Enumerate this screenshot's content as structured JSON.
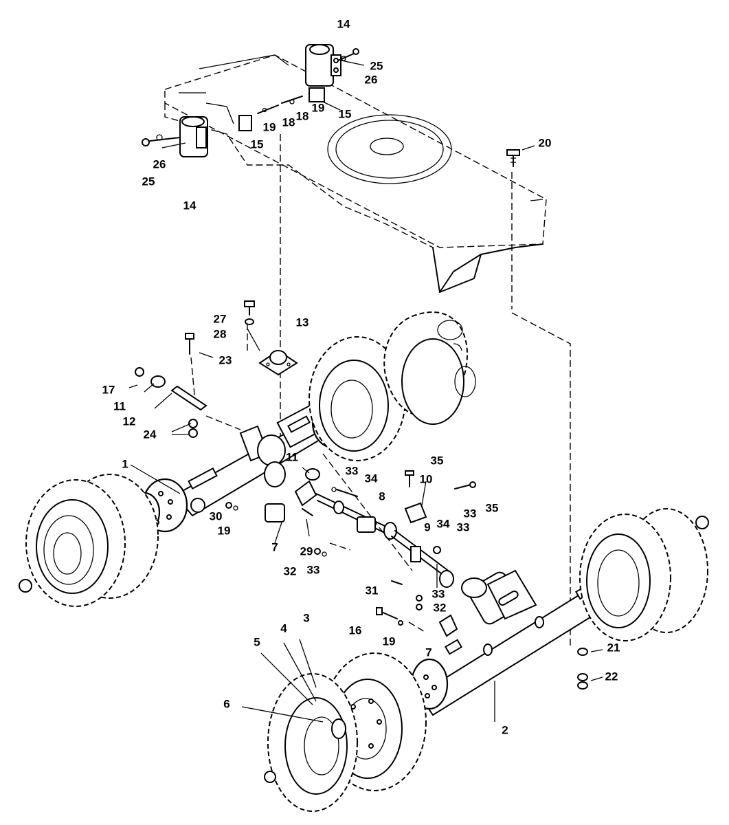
{
  "callouts": [
    {
      "id": "c14a",
      "text": "14"
    },
    {
      "id": "c25a",
      "text": "25"
    },
    {
      "id": "c26a",
      "text": "26"
    },
    {
      "id": "c19a",
      "text": "19"
    },
    {
      "id": "c18a",
      "text": "18"
    },
    {
      "id": "c15a",
      "text": "15"
    },
    {
      "id": "c19b",
      "text": "19"
    },
    {
      "id": "c18b",
      "text": "18"
    },
    {
      "id": "c15b",
      "text": "15"
    },
    {
      "id": "c20",
      "text": "20"
    },
    {
      "id": "c26b",
      "text": "26"
    },
    {
      "id": "c25b",
      "text": "25"
    },
    {
      "id": "c14b",
      "text": "14"
    },
    {
      "id": "c27",
      "text": "27"
    },
    {
      "id": "c28",
      "text": "28"
    },
    {
      "id": "c13",
      "text": "13"
    },
    {
      "id": "c23",
      "text": "23"
    },
    {
      "id": "c17",
      "text": "17"
    },
    {
      "id": "c11a",
      "text": "11"
    },
    {
      "id": "c12",
      "text": "12"
    },
    {
      "id": "c24",
      "text": "24"
    },
    {
      "id": "c1",
      "text": "1"
    },
    {
      "id": "c11b",
      "text": "11"
    },
    {
      "id": "c33a",
      "text": "33"
    },
    {
      "id": "c34a",
      "text": "34"
    },
    {
      "id": "c35a",
      "text": "35"
    },
    {
      "id": "c10",
      "text": "10"
    },
    {
      "id": "c35b",
      "text": "35"
    },
    {
      "id": "c33b",
      "text": "33"
    },
    {
      "id": "c8",
      "text": "8"
    },
    {
      "id": "c30",
      "text": "30"
    },
    {
      "id": "c19c",
      "text": "19"
    },
    {
      "id": "c7a",
      "text": "7"
    },
    {
      "id": "c29",
      "text": "29"
    },
    {
      "id": "c9",
      "text": "9"
    },
    {
      "id": "c34b",
      "text": "34"
    },
    {
      "id": "c33c",
      "text": "33"
    },
    {
      "id": "c32a",
      "text": "32"
    },
    {
      "id": "c33d",
      "text": "33"
    },
    {
      "id": "c31",
      "text": "31"
    },
    {
      "id": "c33e",
      "text": "33"
    },
    {
      "id": "c32b",
      "text": "32"
    },
    {
      "id": "c16",
      "text": "16"
    },
    {
      "id": "c19d",
      "text": "19"
    },
    {
      "id": "c7b",
      "text": "7"
    },
    {
      "id": "c3",
      "text": "3"
    },
    {
      "id": "c4",
      "text": "4"
    },
    {
      "id": "c5",
      "text": "5"
    },
    {
      "id": "c6",
      "text": "6"
    },
    {
      "id": "c21",
      "text": "21"
    },
    {
      "id": "c22",
      "text": "22"
    },
    {
      "id": "c2",
      "text": "2"
    }
  ]
}
